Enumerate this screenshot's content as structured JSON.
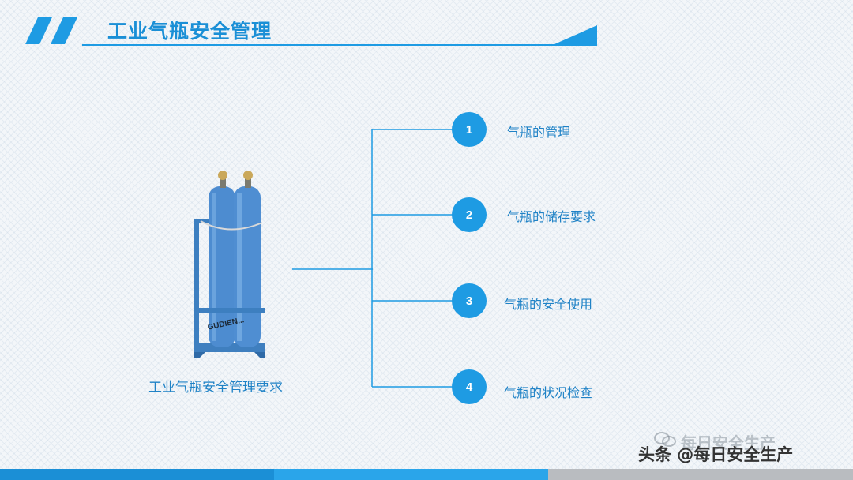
{
  "header": {
    "title": "工业气瓶安全管理"
  },
  "cylinder": {
    "brand_text": "GUDIEN..."
  },
  "caption": "工业气瓶安全管理要求",
  "items": [
    {
      "number": "1",
      "label": "气瓶的管理"
    },
    {
      "number": "2",
      "label": "气瓶的储存要求"
    },
    {
      "number": "3",
      "label": "气瓶的安全使用"
    },
    {
      "number": "4",
      "label": "气瓶的状况检查"
    }
  ],
  "watermark": {
    "faded_text": "每日安全生产",
    "main_text": "头条 @每日安全生产"
  },
  "colors": {
    "accent": "#1e9be3",
    "text": "#1f82c6",
    "bottom_gray": "#b9bcc0"
  }
}
